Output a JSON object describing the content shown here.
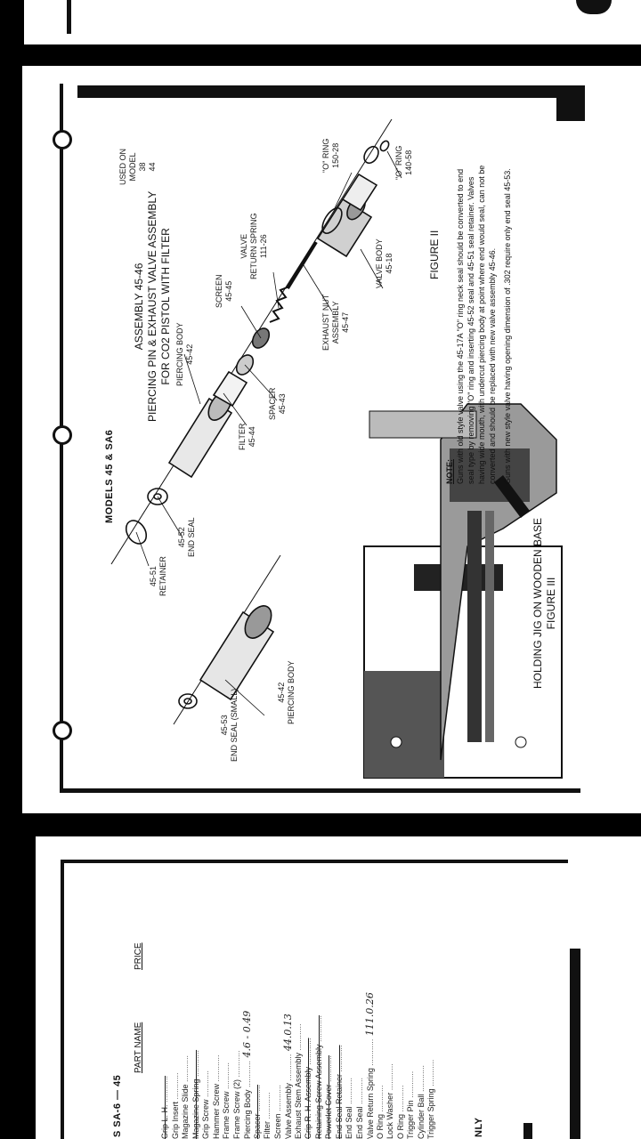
{
  "figure2": {
    "models_header": "MODELS 45 & SA6",
    "assembly_title": [
      "ASSEMBLY 45-46",
      "PIERCING PIN & EXHAUST VALVE ASSEMBLY",
      "FOR CO2 PISTOL WITH FILTER"
    ],
    "used_on": [
      "USED ON",
      "MODEL",
      "38",
      "44"
    ],
    "labels": {
      "end_seal_small": [
        "45-53",
        "END SEAL (SMALL)"
      ],
      "piercing_body_a": [
        "45-42",
        "PIERCING BODY"
      ],
      "retainer": [
        "45-51",
        "RETAINER"
      ],
      "end_seal": [
        "45-52",
        "END SEAL"
      ],
      "piercing_body_b": [
        "PIERCING BODY",
        "45-42"
      ],
      "filter": [
        "FILTER",
        "45-44"
      ],
      "spacer": [
        "SPACER",
        "45-43"
      ],
      "screen": [
        "SCREEN",
        "45-45"
      ],
      "valve_return_spring": [
        "VALVE",
        "RETURN SPRING",
        "111-26"
      ],
      "exhaust_nut": [
        "EXHAUST NUT",
        "ASSEMBLY",
        "45-47"
      ],
      "valve_body": [
        "VALVE BODY",
        "45-18"
      ],
      "o_ring_a": [
        "\"O\" RING",
        "150-28"
      ],
      "o_ring_b": [
        "\"O\" RING",
        "140-58"
      ]
    },
    "caption": "FIGURE II",
    "note_heading": "NOTE:",
    "note_p1": "Guns with old style valve using the 45-17A \"O\" ring neck seal should be converted to end seal type by removing \"O\" ring and inserting 45-52 seal and 45-51 seal retainer. Valves having wide mouth, with undercut piercing body at point where end would seal, can not be converted and should be replaced with new valve assembly 45-46.",
    "note_p2": "Guns with new style valve having opening dimension of .302 require only end seal 45-53."
  },
  "figure3": {
    "caption": [
      "HOLDING JIG ON WOODEN BASE",
      "FIGURE III"
    ]
  },
  "parts_list": {
    "title": "S SA-6 — 45",
    "column_part": "PART NAME",
    "column_price": "PRICE",
    "footer": "NLY",
    "items": [
      {
        "name": "Grip L. H.",
        "struck": true
      },
      {
        "name": "Grip Insert",
        "struck": false
      },
      {
        "name": "Magazine Slide",
        "struck": false
      },
      {
        "name": "Magazine Spring",
        "struck": true
      },
      {
        "name": "Grip Screw",
        "struck": false
      },
      {
        "name": "Hammer Screw",
        "struck": false
      },
      {
        "name": "Frame Screw",
        "struck": false
      },
      {
        "name": "Frame Screw (2)",
        "struck": false
      },
      {
        "name": "Piercing Body",
        "struck": false,
        "note": "4.6 - 0.49"
      },
      {
        "name": "Spacer",
        "struck": true
      },
      {
        "name": "Filter",
        "struck": false
      },
      {
        "name": "Screen",
        "struck": false
      },
      {
        "name": "Valve Assembly",
        "struck": false,
        "note": "44.0.13"
      },
      {
        "name": "Exhaust Stem Assembly",
        "struck": false
      },
      {
        "name": "Grip R. H. Assembly",
        "struck": true
      },
      {
        "name": "Retaining Screw Assembly",
        "struck": true
      },
      {
        "name": "Powerlet Cover",
        "struck": true
      },
      {
        "name": "End Seal Retainer",
        "struck": true
      },
      {
        "name": "End Seal",
        "struck": false
      },
      {
        "name": "End Seal",
        "struck": false
      },
      {
        "name": "Valve Return Spring",
        "struck": false,
        "note": "111.0.26"
      },
      {
        "name": "O Ring",
        "struck": false
      },
      {
        "name": "Lock Washer",
        "struck": false
      },
      {
        "name": "O Ring",
        "struck": false
      },
      {
        "name": "Trigger Pin",
        "struck": false
      },
      {
        "name": "Cylinder Ball",
        "struck": false
      },
      {
        "name": "Trigger Spring",
        "struck": false
      }
    ]
  },
  "colors": {
    "ink": "#111111",
    "paper": "#ffffff",
    "background": "#000000"
  }
}
